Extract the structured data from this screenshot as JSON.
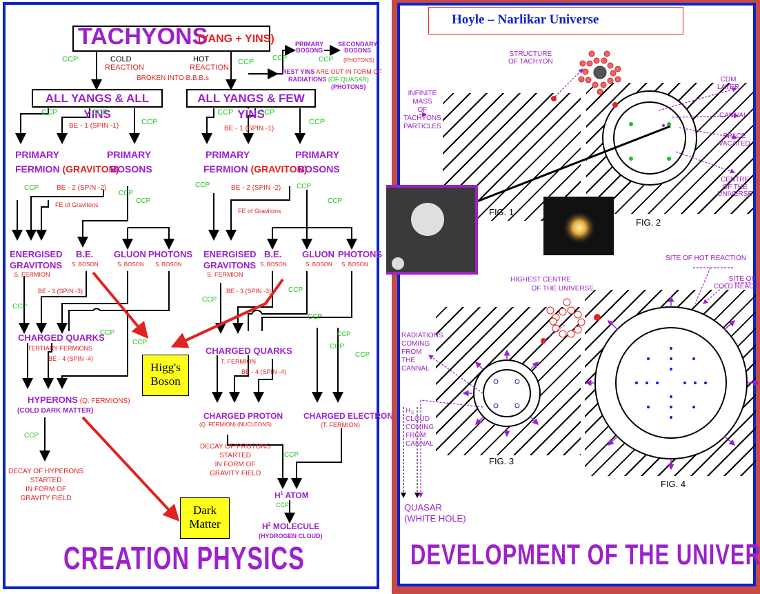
{
  "left": {
    "title": "TACHYONS",
    "title_sub": "(YANG + YINS)",
    "footer": "CREATION PHYSICS",
    "ccp": "CCP",
    "cold": "COLD",
    "reaction": "REACTION",
    "broken": "BROKEN INTO B.B.B.s",
    "hot": "HOT",
    "primary_bosons_top": "PRIMARY\nBOSONS",
    "secondary_bosons_top": "SECONDARY\nBOSONS",
    "photons_paren": "(PHOTONS)",
    "rest_yins": "REST YINS",
    "rest_yins_rest": " ARE OUT IN FORM OF",
    "radiations": "RADIATIONS",
    "of_quasar": " (OF QUASAR)",
    "box_left": "ALL YANGS & ALL YINS",
    "box_right": "ALL YANGS & FEW YINS",
    "be1": "BE - 1 (SPIN -1)",
    "be2": "BE - 2 (SPIN -2)",
    "be3": "BE - 3 (SPIN -3)",
    "be4": "BE - 4 (SPIN -4)",
    "primary": "PRIMARY",
    "fermion": "FERMION",
    "graviton": "(GRAVITON)",
    "bosons": "BOSONS",
    "fe_grav_l": "FE of Gravitons",
    "fe_grav_r": "FE of Gravitons",
    "energised": "ENERGISED",
    "gravitons": "GRAVITONS",
    "s_fermion": "S. FERMION",
    "be": "B.E.",
    "s_boson": "S. BOSON",
    "gluon": "GLUON",
    "photons": "PHOTONS",
    "charged_quarks": "CHARGED QUARKS",
    "tertiary": "TERTIARY FERMIONS",
    "t_fermion": "T. FERMION",
    "hyperons": "HYPERONS",
    "q_fermions": " (Q. FERMIONS)",
    "cold_dark": "(COLD DARK MATTER)",
    "decay_hyp": "DECAY OF HYPERONS\nSTARTED\nIN FORM OF\nGRAVITY FIELD",
    "charged_proton": "CHARGED PROTON",
    "q_fermion_nuc": "(Q. FERMION) (NUCLEONS)",
    "charged_electron": "CHARGED ELECTRON",
    "t_fermion_paren": "(T. FERMION)",
    "decay_prot": "DECAY OF PROTONS\nSTARTED\nIN FORM OF\nGRAVITY FIELD",
    "h_atom": "H",
    "atom": " ATOM",
    "h_molecule": "H",
    "molecule": " MOLECULE",
    "hydrogen_cloud": "(HYDROGEN CLOUD)",
    "sup1": "1",
    "sup2": "2",
    "higgs": "Higg's\nBoson",
    "dark_matter": "Dark\nMatter"
  },
  "right": {
    "header": "Hoyle – Narlikar  Universe",
    "structure": "STRUCTURE\nOF TACHYON",
    "infinite": "INFINITE\nMASS\nOF\nTACHYONS\nPARTICLES",
    "cdm": "CDM\nLAYER",
    "cannal": "CANNAL",
    "space": "SPACE\nVACATED",
    "centre": "CENTRE\nOF THE\nUNIVERSE",
    "fig1": "FIG. 1",
    "fig2": "FIG. 2",
    "fig3": "FIG. 3",
    "fig4": "FIG. 4",
    "hot_site": "SITE OF HOT REACTION",
    "cold_site": "SITE OF\nCOLD REACTION",
    "highest": "HIGHEST CENTRE\n           OF THE UNIVERSE",
    "radiations": "RADIATIONS\nCOMING\nFROM\nTHE\nCANNAL",
    "h2cloud": "H\nCLOUD\nCOMING\nFROM\nCANNAL",
    "h2sub": "2",
    "quasar": "QUASAR\n(WHITE HOLE)",
    "footer": "DEVELOPMENT OF THE UNIVERSE"
  },
  "colors": {
    "purple": "#9c21c9",
    "red": "#e1221f",
    "green": "#18c41b",
    "blue_border": "#0b23c8",
    "brown_frame": "#c64a45",
    "yellow": "#ffff1c"
  }
}
